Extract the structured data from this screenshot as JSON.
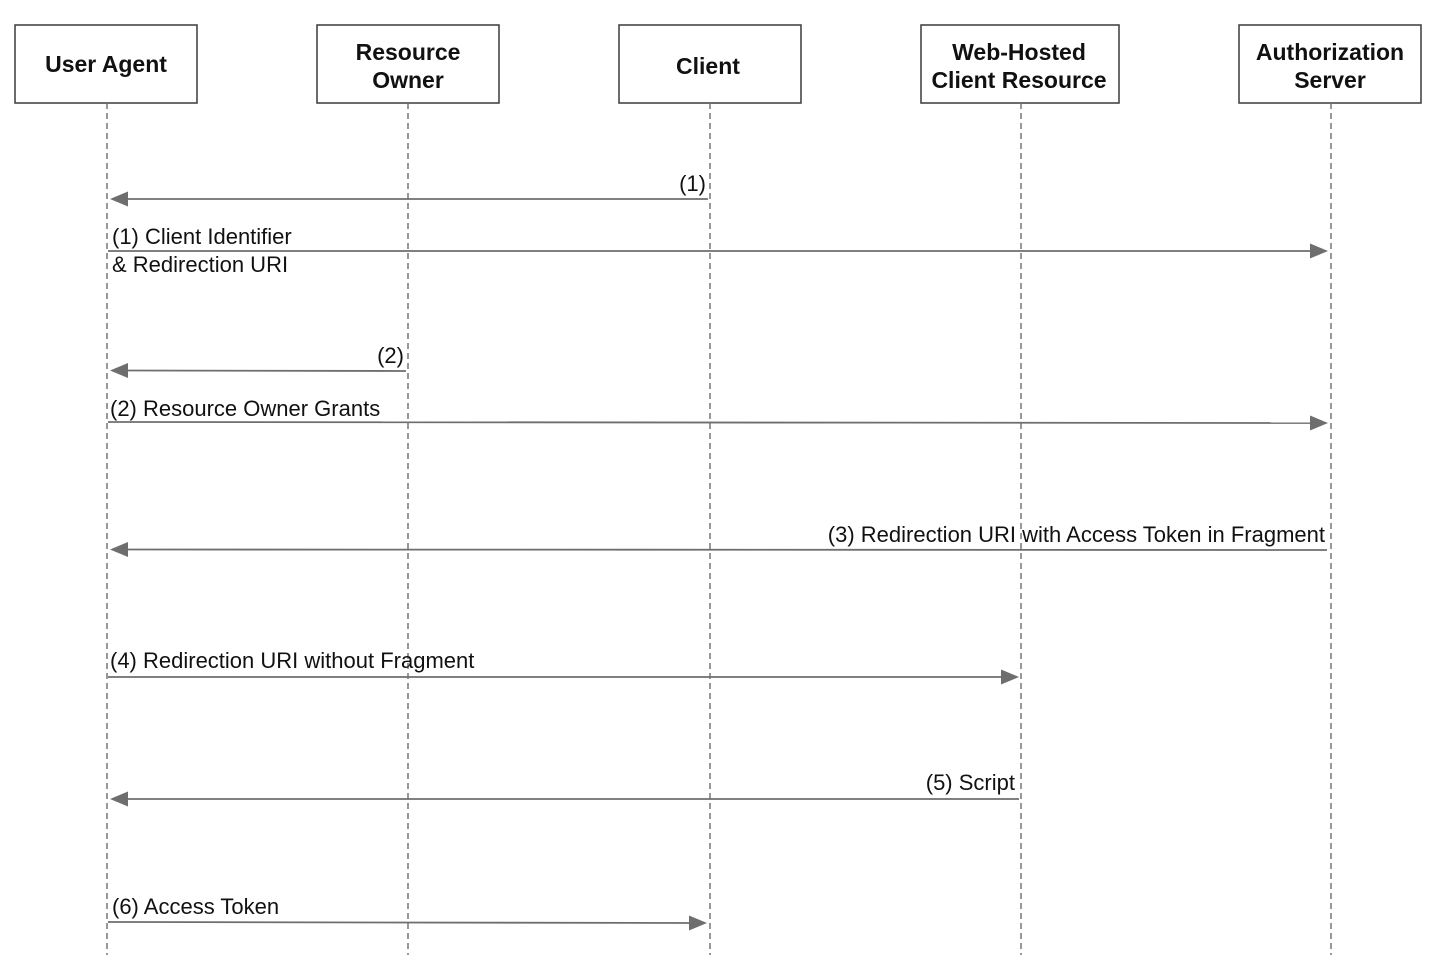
{
  "diagram": {
    "participants": [
      {
        "id": "user-agent",
        "lines": [
          "User Agent"
        ]
      },
      {
        "id": "resource-owner",
        "lines": [
          "Resource",
          "Owner"
        ]
      },
      {
        "id": "client",
        "lines": [
          "Client"
        ]
      },
      {
        "id": "web-hosted-client-resource",
        "lines": [
          "Web-Hosted",
          "Client Resource"
        ]
      },
      {
        "id": "authorization-server",
        "lines": [
          "Authorization",
          "Server"
        ]
      }
    ],
    "messages": [
      {
        "from": "client",
        "to": "user-agent",
        "lines": [
          "(1)"
        ]
      },
      {
        "from": "user-agent",
        "to": "authorization-server",
        "lines": [
          "(1) Client Identifier",
          "& Redirection URI"
        ]
      },
      {
        "from": "resource-owner",
        "to": "user-agent",
        "lines": [
          "(2)"
        ]
      },
      {
        "from": "user-agent",
        "to": "authorization-server",
        "lines": [
          "(2) Resource Owner Grants"
        ]
      },
      {
        "from": "authorization-server",
        "to": "user-agent",
        "lines": [
          "(3) Redirection URI with Access Token in Fragment"
        ]
      },
      {
        "from": "user-agent",
        "to": "web-hosted-client-resource",
        "lines": [
          "(4) Redirection URI without Fragment"
        ]
      },
      {
        "from": "web-hosted-client-resource",
        "to": "user-agent",
        "lines": [
          "(5) Script"
        ]
      },
      {
        "from": "user-agent",
        "to": "client",
        "lines": [
          "(6) Access Token"
        ]
      }
    ]
  }
}
